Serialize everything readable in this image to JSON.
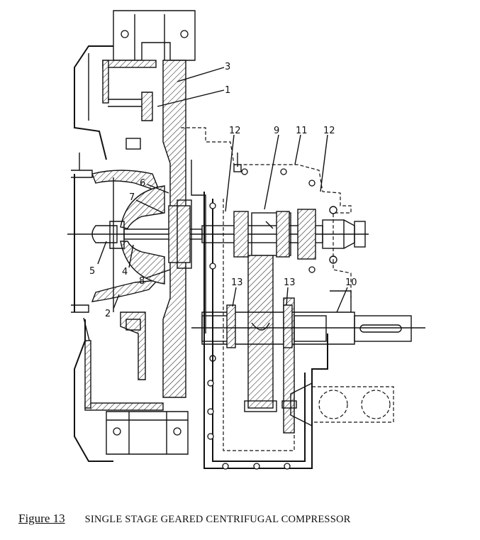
{
  "figure": {
    "caption_label": "Figure 13",
    "caption_title": "SINGLE STAGE GEARED CENTRIFUGAL COMPRESSOR"
  },
  "labels": {
    "n1": "1",
    "n2": "2",
    "n3": "3",
    "n4": "4",
    "n5": "5",
    "n6": "6",
    "n7": "7",
    "n8": "8",
    "n9": "9",
    "n10": "10",
    "n11": "11",
    "n12a": "12",
    "n12b": "12",
    "n13a": "13",
    "n13b": "13"
  }
}
